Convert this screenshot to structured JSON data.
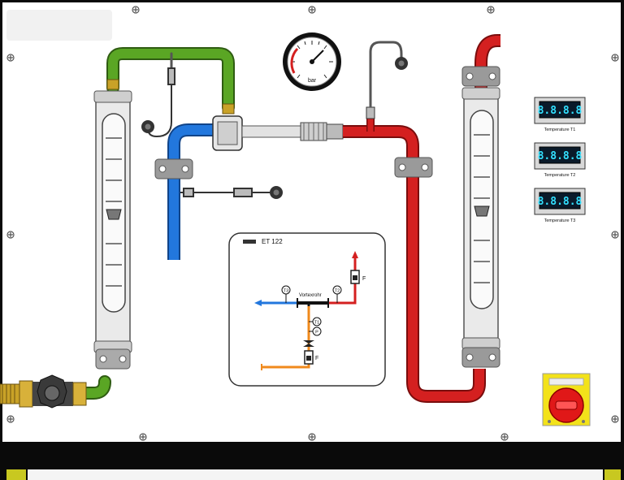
{
  "diagram": {
    "model_label": "ET 122",
    "vortex_label": "Vortexrohr",
    "sensor_t3": "T3",
    "sensor_t2": "T2",
    "sensor_t1": "T1",
    "sensor_p": "P",
    "flow_label_hot": "F",
    "flow_label_inlet": "F"
  },
  "gauge": {
    "unit": "bar"
  },
  "displays": [
    {
      "reading": "8.8.8.8",
      "label": "Temperature T1"
    },
    {
      "reading": "8.8.8.8",
      "label": "Temperature T2"
    },
    {
      "reading": "8.8.8.8",
      "label": "Temperature T3"
    }
  ],
  "colors": {
    "hot": "#d42020",
    "cold": "#2277dd",
    "inlet": "#5aa624",
    "supply": "#f08a1c",
    "frame": "#0a0a0a",
    "bracket": "#9a9a9a",
    "switch_base": "#f3e21a",
    "switch_knob": "#e01818"
  }
}
